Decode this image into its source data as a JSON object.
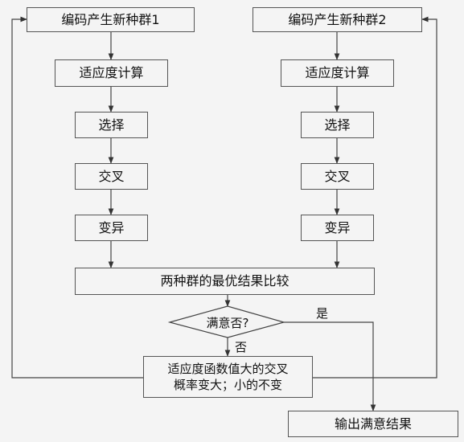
{
  "diagram": {
    "left_chain": {
      "encode": "编码产生新种群1",
      "fitness": "适应度计算",
      "select": "选择",
      "crossover": "交叉",
      "mutate": "变异"
    },
    "right_chain": {
      "encode": "编码产生新种群2",
      "fitness": "适应度计算",
      "select": "选择",
      "crossover": "交叉",
      "mutate": "变异"
    },
    "compare": "两种群的最优结果比较",
    "decision": "满意否?",
    "yes_label": "是",
    "no_label": "否",
    "adjust_line1": "适应度函数值大的交叉",
    "adjust_line2": "概率变大；小的不变",
    "output": "输出满意结果"
  }
}
